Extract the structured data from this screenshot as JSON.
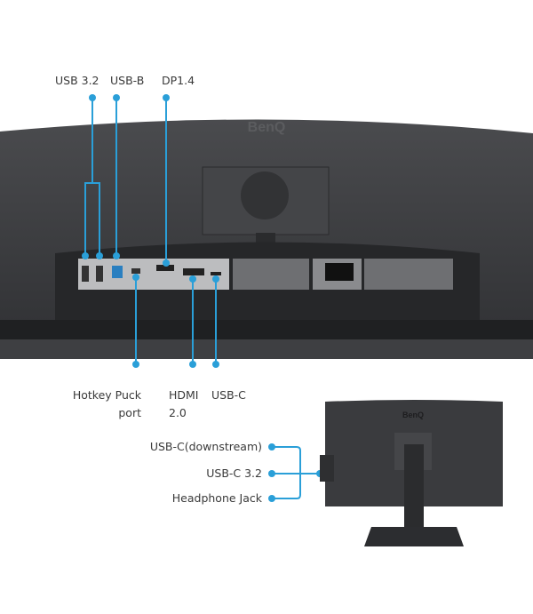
{
  "colors": {
    "accent": "#2a9fd8",
    "monitor": "#3b3c3f",
    "text": "#3a3a3a"
  },
  "logo": "BenQ",
  "top_labels": [
    "USB 3.2",
    "USB-B",
    "DP1.4"
  ],
  "bottom_labels": {
    "hotkey_line1": "Hotkey Puck",
    "hotkey_line2": "port",
    "hdmi_line1": "HDMI",
    "hdmi_line2": "2.0",
    "usbc": "USB-C"
  },
  "side_labels": [
    "USB-C(downstream)",
    "USB-C 3.2",
    "Headphone Jack"
  ]
}
